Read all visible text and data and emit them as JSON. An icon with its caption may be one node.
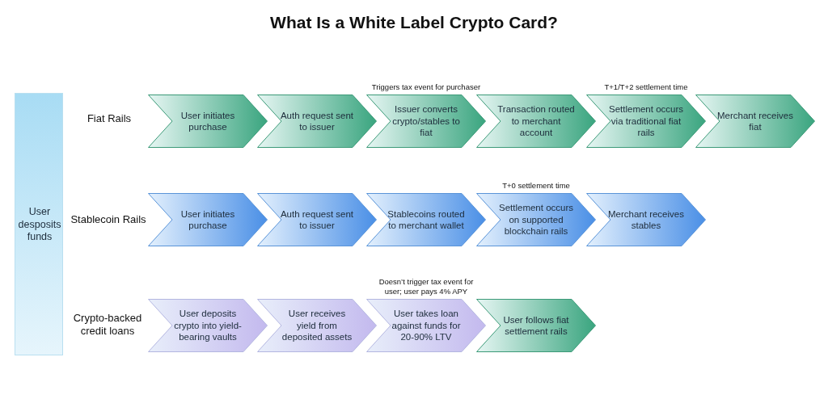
{
  "diagram": {
    "title": "What Is a White Label Crypto Card?",
    "nodes": [
      {
        "text": [
          "User desposits funds"
        ]
      },
      {
        "text": [
          "User initiates purchase"
        ]
      },
      {
        "text": [
          "Auth request sent to issuer"
        ]
      },
      {
        "text": [
          "Issuer converts crypto/stables to fiat"
        ],
        "beside": [
          "Triggers tax event for purchaser"
        ]
      },
      {
        "text": [
          "Transaction routed to merchant account"
        ]
      },
      {
        "text": [
          "Settlement occurs via traditional fiat rails"
        ],
        "beside": [
          "T+1/T+2 settlement time"
        ]
      },
      {
        "text": [
          "Merchant receives fiat"
        ]
      },
      {
        "text": [
          "User initiates purchase"
        ]
      },
      {
        "text": [
          "Auth request sent to issuer"
        ]
      },
      {
        "text": [
          "Stablecoins routed to merchant wallet"
        ]
      },
      {
        "text": [
          "Settlement occurs on supported blockchain rails"
        ],
        "beside": [
          "T+0 settlement time"
        ]
      },
      {
        "text": [
          "Merchant receives stables"
        ]
      },
      {
        "text": [
          "User deposits crypto into yield-bearing vaults"
        ]
      },
      {
        "text": [
          "User receives yield from deposited assets"
        ]
      },
      {
        "text": [
          "User takes loan against funds for 20-90% LTV"
        ],
        "beside": [
          "Doesn’t trigger tax event for user; user pays 4% APY"
        ]
      },
      {
        "text": [
          "User follows fiat settlement rails"
        ]
      }
    ],
    "labels": [
      "Fiat Rails",
      "Stablecoin Rails",
      "Crypto-backed credit loans"
    ]
  }
}
